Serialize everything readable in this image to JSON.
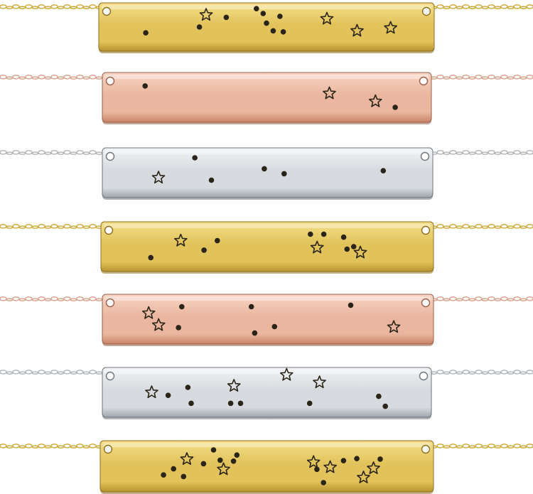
{
  "scene": {
    "subject": "necklaces",
    "finishes": {
      "gold": {
        "chain": "#c9a227",
        "bar_top": "#f3df8a",
        "bar_mid": "#e2c35b",
        "bar_bottom": "#b8932f",
        "edge": "#8d6f1f"
      },
      "rose": {
        "chain": "#d59a82",
        "bar_top": "#f8d6c6",
        "bar_mid": "#eab69f",
        "bar_bottom": "#c98468",
        "edge": "#9b5f49"
      },
      "silver": {
        "chain": "#a9aeb3",
        "bar_top": "#f1f3f5",
        "bar_mid": "#d7dbdf",
        "bar_bottom": "#9fa5ab",
        "edge": "#6f757b"
      }
    },
    "engraving_color": "#2b2418",
    "necklaces": [
      {
        "finish": "gold",
        "stars": [
          [
            0.32,
            0.25
          ],
          [
            0.68,
            0.33
          ],
          [
            0.77,
            0.58
          ],
          [
            0.87,
            0.52
          ]
        ],
        "dots": [
          [
            0.14,
            0.62
          ],
          [
            0.3,
            0.5
          ],
          [
            0.38,
            0.3
          ],
          [
            0.47,
            0.12
          ],
          [
            0.49,
            0.22
          ],
          [
            0.5,
            0.42
          ],
          [
            0.52,
            0.58
          ],
          [
            0.54,
            0.28
          ],
          [
            0.55,
            0.6
          ]
        ]
      },
      {
        "finish": "rose",
        "stars": [
          [
            0.69,
            0.42
          ],
          [
            0.83,
            0.58
          ]
        ],
        "dots": [
          [
            0.13,
            0.27
          ],
          [
            0.89,
            0.7
          ]
        ]
      },
      {
        "finish": "silver",
        "stars": [
          [
            0.17,
            0.6
          ]
        ],
        "dots": [
          [
            0.28,
            0.2
          ],
          [
            0.33,
            0.65
          ],
          [
            0.49,
            0.42
          ],
          [
            0.55,
            0.52
          ],
          [
            0.85,
            0.46
          ]
        ]
      },
      {
        "finish": "gold",
        "stars": [
          [
            0.24,
            0.38
          ],
          [
            0.65,
            0.52
          ],
          [
            0.78,
            0.62
          ]
        ],
        "dots": [
          [
            0.15,
            0.72
          ],
          [
            0.31,
            0.57
          ],
          [
            0.35,
            0.38
          ],
          [
            0.63,
            0.25
          ],
          [
            0.67,
            0.25
          ],
          [
            0.73,
            0.31
          ],
          [
            0.74,
            0.55
          ],
          [
            0.76,
            0.5
          ]
        ]
      },
      {
        "finish": "rose",
        "stars": [
          [
            0.14,
            0.38
          ],
          [
            0.17,
            0.62
          ],
          [
            0.88,
            0.66
          ]
        ],
        "dots": [
          [
            0.24,
            0.25
          ],
          [
            0.23,
            0.67
          ],
          [
            0.45,
            0.25
          ],
          [
            0.46,
            0.78
          ],
          [
            0.52,
            0.65
          ],
          [
            0.75,
            0.22
          ]
        ]
      },
      {
        "finish": "silver",
        "stars": [
          [
            0.15,
            0.5
          ],
          [
            0.4,
            0.37
          ],
          [
            0.56,
            0.15
          ],
          [
            0.66,
            0.3
          ]
        ],
        "dots": [
          [
            0.2,
            0.56
          ],
          [
            0.26,
            0.4
          ],
          [
            0.27,
            0.72
          ],
          [
            0.39,
            0.72
          ],
          [
            0.42,
            0.72
          ],
          [
            0.63,
            0.72
          ],
          [
            0.84,
            0.58
          ],
          [
            0.86,
            0.78
          ]
        ]
      },
      {
        "finish": "gold",
        "stars": [
          [
            0.26,
            0.36
          ],
          [
            0.37,
            0.56
          ],
          [
            0.64,
            0.42
          ],
          [
            0.69,
            0.52
          ],
          [
            0.79,
            0.72
          ],
          [
            0.82,
            0.54
          ]
        ],
        "dots": [
          [
            0.19,
            0.67
          ],
          [
            0.22,
            0.55
          ],
          [
            0.25,
            0.7
          ],
          [
            0.31,
            0.45
          ],
          [
            0.34,
            0.18
          ],
          [
            0.36,
            0.38
          ],
          [
            0.4,
            0.4
          ],
          [
            0.41,
            0.28
          ],
          [
            0.65,
            0.56
          ],
          [
            0.67,
            0.82
          ],
          [
            0.73,
            0.39
          ],
          [
            0.77,
            0.35
          ],
          [
            0.84,
            0.36
          ]
        ]
      }
    ]
  }
}
